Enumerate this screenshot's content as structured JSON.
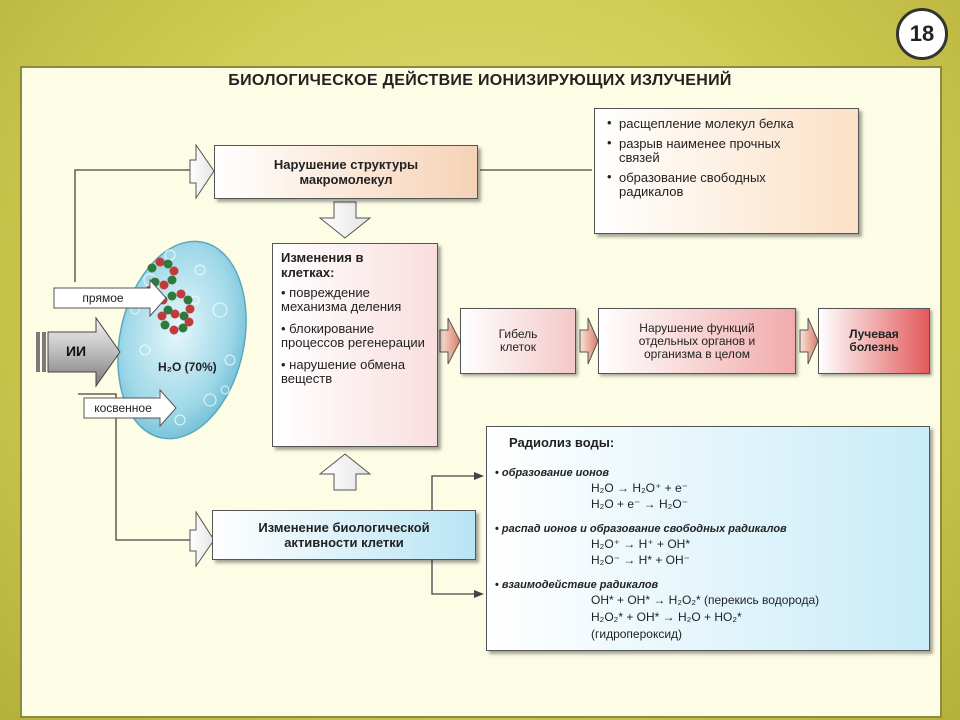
{
  "page_number": "18",
  "title": "БИОЛОГИЧЕСКОЕ ДЕЙСТВИЕ ИОНИЗИРУЮЩИХ ИЗЛУЧЕНИЙ",
  "source": {
    "label": "ИИ",
    "direct": "прямое",
    "indirect": "косвенное",
    "cell_label": "H₂O (70%)"
  },
  "structure": {
    "text": "Нарушение структуры макромолекул",
    "effects": [
      "расщепление молекул белка",
      "разрыв наименее прочных связей",
      "образование свободных радикалов"
    ]
  },
  "cells": {
    "heading": "Изменения в клетках:",
    "items": [
      "повреждение механизма деления",
      "блокирование процессов регенерации",
      "нарушение обмена веществ"
    ]
  },
  "chain": {
    "death": "Гибель клеток",
    "organs": "Нарушение функций отдельных органов и организма в целом",
    "disease": "Лучевая болезнь"
  },
  "activity": {
    "text": "Изменение биологической активности клетки"
  },
  "radiolysis": {
    "heading": "Радиолиз воды:",
    "sections": [
      {
        "title": "образование ионов",
        "lines": [
          "H₂O → H₂O⁺ + e⁻",
          "H₂O + e⁻ → H₂O⁻"
        ]
      },
      {
        "title": "распад ионов и образование свободных радикалов",
        "lines": [
          "H₂O⁺ → H⁺ + OH*",
          "H₂O⁻ → H* + OH⁻"
        ]
      },
      {
        "title": "взаимодействие радикалов",
        "lines": [
          "OH* + OH* → H₂O₂* (перекись водорода)",
          "H₂O₂* + OH* → H₂O + HO₂*",
          "(гидропероксид)"
        ]
      }
    ]
  }
}
